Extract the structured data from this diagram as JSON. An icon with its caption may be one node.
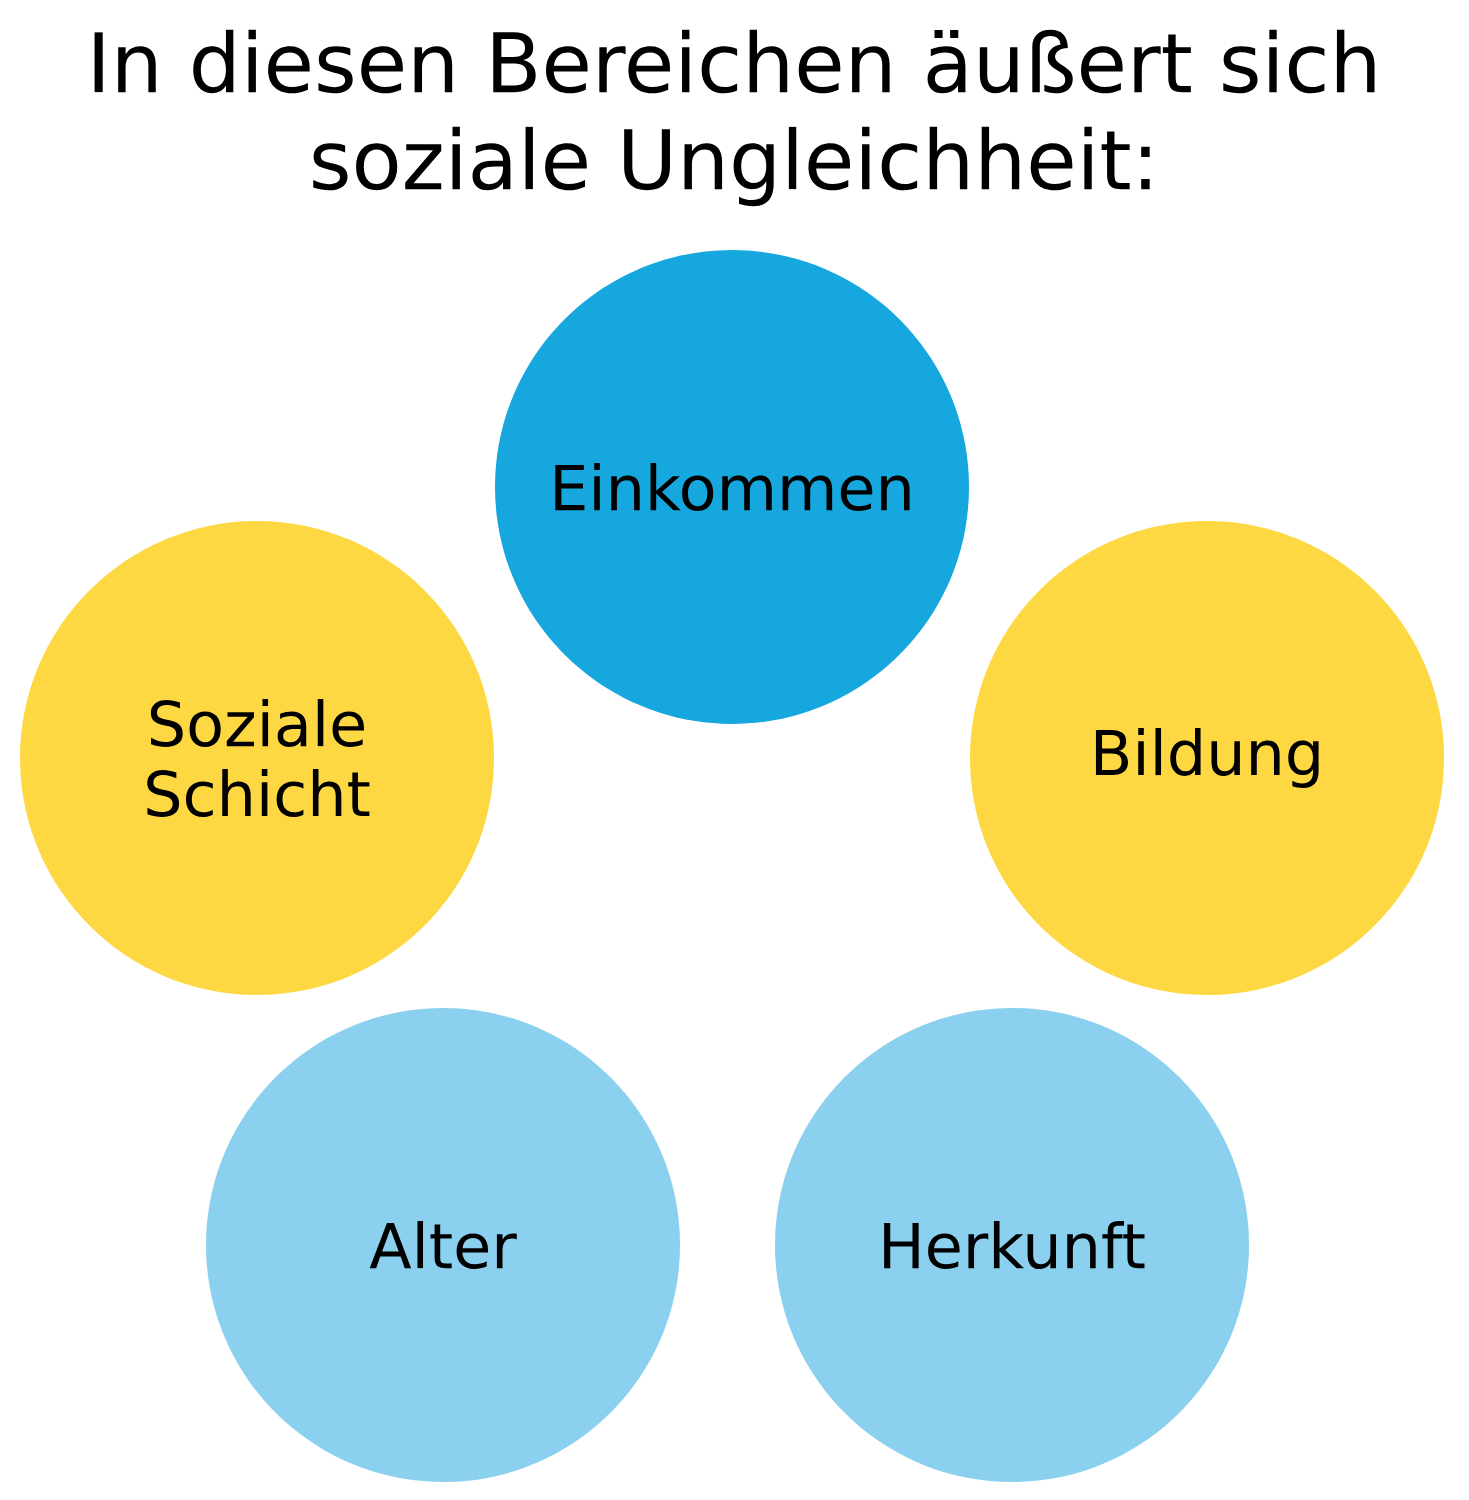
{
  "diagram": {
    "title": "In diesen Bereichen äußert sich soziale Ungleichheit:",
    "nodes": [
      {
        "text": [
          "Einkommen"
        ]
      },
      {
        "text": [
          "Soziale Schicht"
        ]
      },
      {
        "text": [
          "Bildung"
        ]
      },
      {
        "text": [
          "Alter"
        ]
      },
      {
        "text": [
          "Herkunft"
        ]
      }
    ]
  }
}
